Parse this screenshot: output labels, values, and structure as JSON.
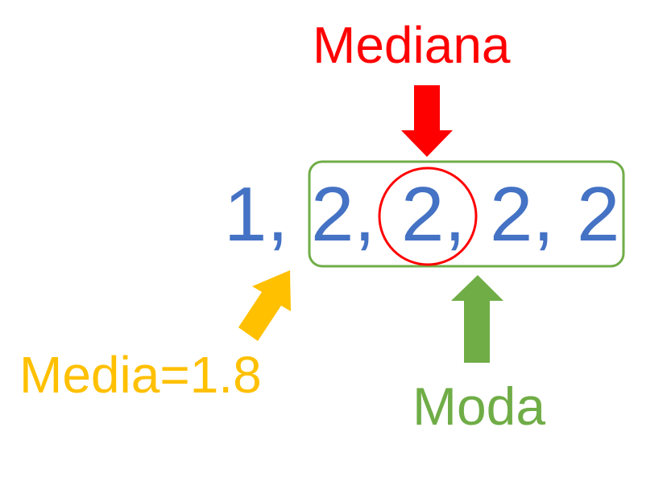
{
  "sequence": {
    "values": [
      "1,",
      "2,",
      "2,",
      "2,",
      "2"
    ]
  },
  "labels": {
    "mediana": "Mediana",
    "moda": "Moda",
    "media": "Media=1.8"
  },
  "colors": {
    "numbers": "#4472C4",
    "mediana": "#FF0000",
    "moda": "#70AD47",
    "media": "#FFC000"
  }
}
